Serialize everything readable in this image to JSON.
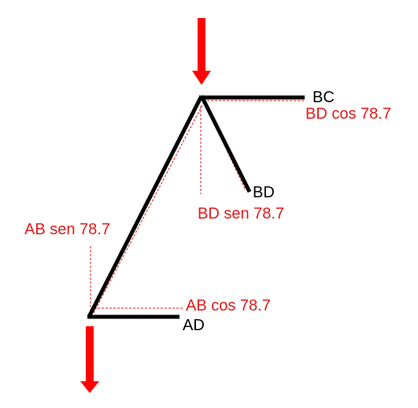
{
  "labels": {
    "bc": "BC",
    "bd": "BD",
    "ad": "AD",
    "bd_cos": "BD cos 78.7",
    "bd_sen": "BD sen 78.7",
    "ab_sen": "AB sen 78.7",
    "ab_cos": "AB cos 78.7"
  },
  "colors": {
    "member": "#000000",
    "force_arrow": "#ff0000",
    "component_label": "#e31b1b",
    "projection_line": "#e31b1b"
  },
  "icons": {
    "load_arrow_top": "arrow-down",
    "load_arrow_bottom": "arrow-down"
  }
}
